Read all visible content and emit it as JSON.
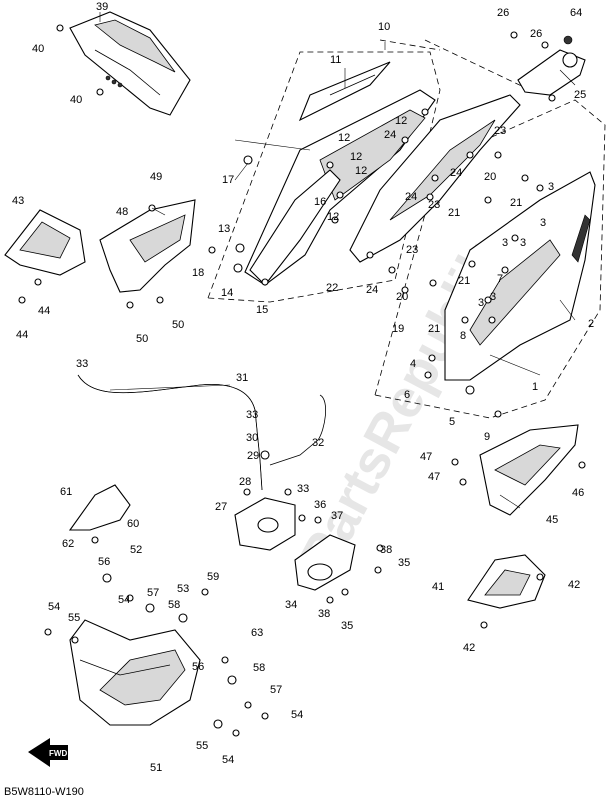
{
  "watermark": "PartsRepublik",
  "diagram_code": "B5W8110-W190",
  "fwd_label": "FWD",
  "labels": [
    "1",
    "2",
    "3",
    "4",
    "5",
    "6",
    "7",
    "8",
    "9",
    "10",
    "11",
    "12",
    "13",
    "14",
    "15",
    "16",
    "17",
    "18",
    "19",
    "20",
    "21",
    "22",
    "23",
    "24",
    "25",
    "26",
    "27",
    "28",
    "29",
    "30",
    "31",
    "32",
    "33",
    "34",
    "35",
    "36",
    "37",
    "38",
    "39",
    "40",
    "41",
    "42",
    "43",
    "44",
    "45",
    "46",
    "47",
    "48",
    "49",
    "50",
    "51",
    "52",
    "53",
    "54",
    "55",
    "56",
    "57",
    "58",
    "59",
    "60",
    "61",
    "62",
    "63",
    "64"
  ]
}
